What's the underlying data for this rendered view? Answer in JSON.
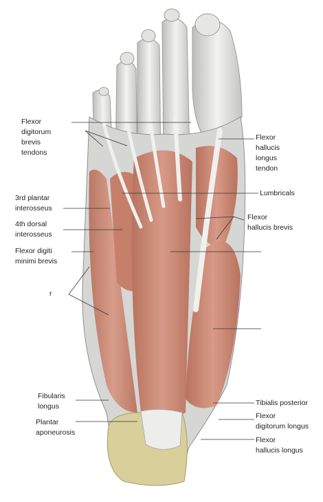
{
  "labels": {
    "flexor_digitorum_brevis_tendons": [
      "Flexor",
      "digitorum",
      "brevis",
      "tendons"
    ],
    "third_plantar_interosseus": [
      "3rd plantar",
      "interosseus"
    ],
    "fourth_dorsal_interosseus": [
      "4th dorsal",
      "interosseus"
    ],
    "flexor_digiti_minimi_brevis": [
      "Flexor digiti",
      "minimi brevis"
    ],
    "left_partial": [
      "r"
    ],
    "fibularis_longus": [
      "Fibularis",
      "longus"
    ],
    "plantar_aponeurosis": [
      "Plantar",
      "aponeurosis"
    ],
    "flexor_hallucis_longus_tendon": [
      "Flexor",
      "hallucis",
      "longus",
      "tendon"
    ],
    "lumbricals": [
      "Lumbricals"
    ],
    "flexor_hallucis_brevis": [
      "Flexor",
      "hallucis brevis"
    ],
    "tibialis_posterior": [
      "Tibialis posterior"
    ],
    "flexor_digitorum_longus": [
      "Flexor",
      "digitorum longus"
    ],
    "flexor_hallucis_longus": [
      "Flexor",
      "hallucis longus"
    ]
  },
  "colors": {
    "muscle": "#c98a76",
    "muscle_dark": "#a8604f",
    "tendon": "#e6e6e4",
    "bone": "#d9cf9a",
    "line": "#333333"
  }
}
